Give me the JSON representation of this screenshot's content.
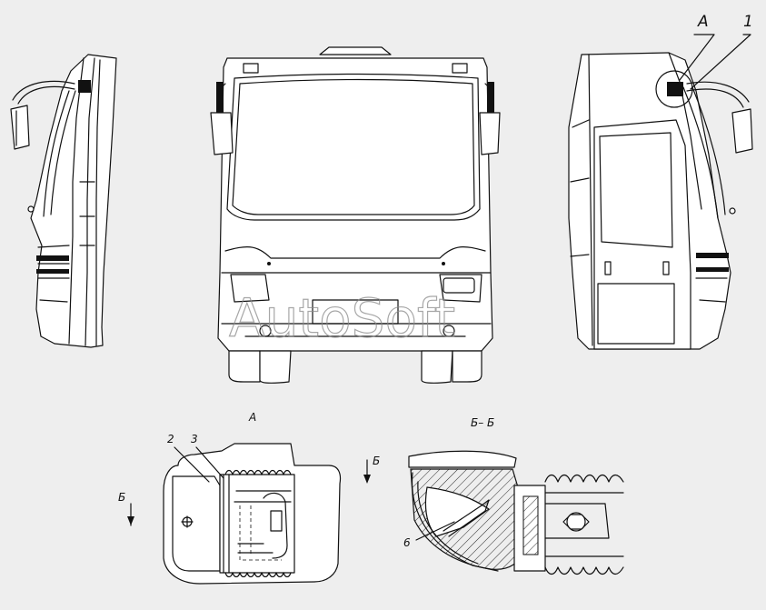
{
  "labels": {
    "callout_a": "A",
    "callout_1": "1",
    "view_a_title": "А",
    "section_title": "Б– Б",
    "part_2": "2",
    "part_3": "3",
    "part_6": "6",
    "section_mark_left": "Б",
    "section_mark_right": "Б"
  },
  "watermark": "AutoSoft",
  "colors": {
    "background": "#eeeeee",
    "line": "#111111",
    "watermark": "#8a8a8a"
  }
}
